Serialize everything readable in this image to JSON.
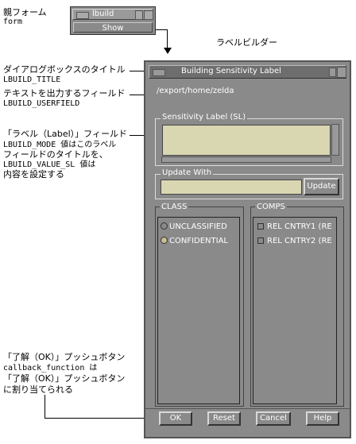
{
  "annotations": {
    "parent_form_jp": "親フォーム",
    "parent_form_code": "form",
    "label_builder": "ラベルビルダー",
    "title_jp": "ダイアログボックスのタイトル",
    "title_code": "LBUILD_TITLE",
    "userfield_jp": "テキストを出力するフィールド",
    "userfield_code": "LBUILD_USERFIELD",
    "label_field_line1": "「ラベル（Label）」フィールド",
    "label_field_line2": "LBUILD_MODE 値はこのラベル",
    "label_field_line3": "フィールドのタイトルを、",
    "label_field_line4": "LBUILD_VALUE_SL 値は",
    "label_field_line5": "内容を設定する",
    "ok_line1": "「了解（OK）」プッシュボタン",
    "ok_line2": "callback_function は",
    "ok_line3": "「了解（OK）」プッシュボタン",
    "ok_line4": "に割り当てられる"
  },
  "parent_window": {
    "title": "lbuild",
    "show_button": "Show"
  },
  "dialog": {
    "title": "Building Sensitivity Label",
    "user_field": "/export/home/zelda",
    "sl_label": "Sensitivity Label (SL)",
    "sl_value": "",
    "update_with_label": "Update With",
    "update_value": "",
    "update_button": "Update",
    "class_label": "CLASS",
    "class_items": [
      "UNCLASSIFIED",
      "CONFIDENTIAL"
    ],
    "comps_label": "COMPS",
    "comps_items": [
      "REL CNTRY1 (RE",
      "REL CNTRY2 (RE"
    ],
    "buttons": {
      "ok": "OK",
      "reset": "Reset",
      "cancel": "Cancel",
      "help": "Help"
    }
  }
}
